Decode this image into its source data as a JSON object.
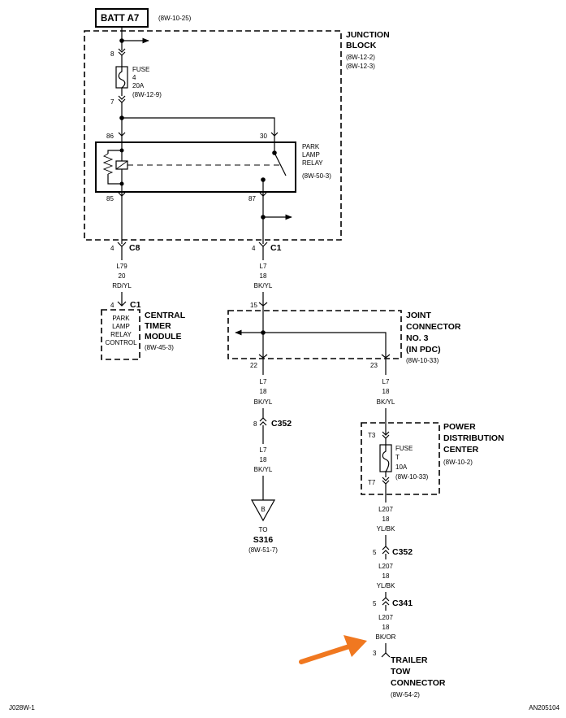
{
  "battery": {
    "label": "BATT A7",
    "ref": "(8W-10-25)"
  },
  "junction_block": {
    "title_line1": "JUNCTION",
    "title_line2": "BLOCK",
    "ref1": "(8W-12-2)",
    "ref2": "(8W-12-3)",
    "pin_top": "8",
    "pin_bottom": "7",
    "fuse": {
      "line1": "FUSE",
      "line2": "4",
      "line3": "20A",
      "line4": "(8W-12-9)"
    },
    "relay": {
      "line1": "PARK",
      "line2": "LAMP",
      "line3": "RELAY",
      "line4": "(8W-50-3)",
      "pin_86": "86",
      "pin_30": "30",
      "pin_85": "85",
      "pin_87": "87"
    },
    "conn_left": {
      "pin": "4",
      "name": "C8"
    },
    "conn_right": {
      "pin": "4",
      "name": "C1"
    }
  },
  "wire_l79": {
    "circuit": "L79",
    "gauge": "20",
    "color": "RD/YL"
  },
  "central_timer": {
    "pin": "4",
    "conn": "C1",
    "box_line1": "PARK",
    "box_line2": "LAMP",
    "box_line3": "RELAY",
    "box_line4": "CONTROL",
    "title1": "CENTRAL",
    "title2": "TIMER",
    "title3": "MODULE",
    "ref": "(8W-45-3)"
  },
  "wire_l7_a": {
    "circuit": "L7",
    "gauge": "18",
    "color": "BK/YL"
  },
  "joint_connector": {
    "pin_in": "15",
    "pin_left": "22",
    "pin_right": "23",
    "title1": "JOINT",
    "title2": "CONNECTOR",
    "title3": "NO. 3",
    "title4": "(IN PDC)",
    "ref": "(8W-10-33)"
  },
  "wire_l7_b": {
    "circuit": "L7",
    "gauge": "18",
    "color": "BK/YL"
  },
  "c352_left": {
    "pin": "8",
    "name": "C352"
  },
  "wire_l7_c": {
    "circuit": "L7",
    "gauge": "18",
    "color": "BK/YL"
  },
  "splice": {
    "letter": "B",
    "to": "TO",
    "name": "S316",
    "ref": "(8W-51-7)"
  },
  "wire_l7_d": {
    "circuit": "L7",
    "gauge": "18",
    "color": "BK/YL"
  },
  "pdc": {
    "pin_top": "T3",
    "pin_bottom": "T7",
    "fuse": {
      "line1": "FUSE",
      "line2": "T",
      "line3": "10A",
      "line4": "(8W-10-33)"
    },
    "title1": "POWER",
    "title2": "DISTRIBUTION",
    "title3": "CENTER",
    "ref": "(8W-10-2)"
  },
  "wire_l207_a": {
    "circuit": "L207",
    "gauge": "18",
    "color": "YL/BK"
  },
  "c352_right": {
    "pin": "5",
    "name": "C352"
  },
  "wire_l207_b": {
    "circuit": "L207",
    "gauge": "18",
    "color": "YL/BK"
  },
  "c341": {
    "pin": "5",
    "name": "C341"
  },
  "wire_l207_c": {
    "circuit": "L207",
    "gauge": "18",
    "color": "BK/OR"
  },
  "trailer": {
    "pin": "3",
    "title1": "TRAILER",
    "title2": "TOW",
    "title3": "CONNECTOR",
    "ref": "(8W-54-2)"
  },
  "footer": {
    "left": "J028W-1",
    "right": "AN205104"
  },
  "colors": {
    "ink": "#000000",
    "arrow": "#f07820",
    "background": "#ffffff"
  }
}
